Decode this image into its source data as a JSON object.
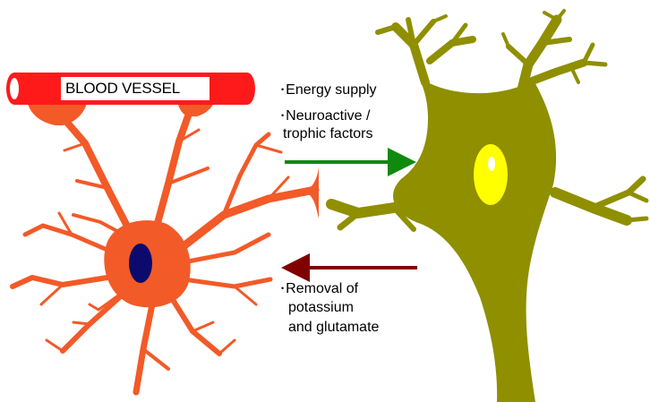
{
  "colors": {
    "vessel": "#ff1a1a",
    "astrocyte": "#f25a28",
    "astrocyte_nucleus": "#0d0a6e",
    "neuron": "#8f8f00",
    "neuron_nucleus": "#ffff00",
    "arrow_out": "#0f8a0f",
    "arrow_in": "#800000"
  },
  "vessel": {
    "label": "BLOOD VESSEL"
  },
  "supply": {
    "bullet": "•",
    "item1": "Energy supply",
    "item2_line1": "Neuroactive /",
    "item2_line2": "trophic factors"
  },
  "removal": {
    "bullet": "•",
    "line1": "Removal of",
    "line2": "potassium",
    "line3": "and glutamate"
  }
}
